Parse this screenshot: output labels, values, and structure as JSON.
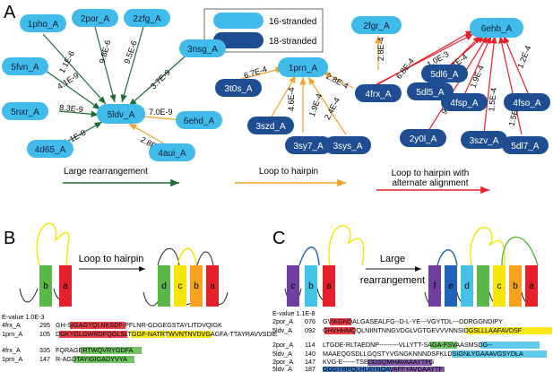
{
  "panels": {
    "A": "A",
    "B": "B",
    "C": "C"
  },
  "legend": {
    "light_label": "16-stranded",
    "dark_label": "18-stranded"
  },
  "colors": {
    "light_node": "#41bbea",
    "dark_node": "#1e4e91",
    "node_text": "#0a1f3f",
    "green_arrow": "#1f6b37",
    "orange_arrow": "#f0a22a",
    "red_arrow": "#e8202a",
    "strand_purple": "#6f3fa0",
    "strand_blue": "#1e63b8",
    "strand_cyan": "#45c2e8",
    "strand_green": "#59b848",
    "strand_yellow": "#f6e500",
    "strand_orange": "#f6a21d",
    "strand_red": "#e5202a"
  },
  "network": {
    "cluster1": {
      "hub": "5ldv_A",
      "nodes": [
        "1pho_A",
        "2por_A",
        "2zfg_A",
        "3nsg_A",
        "5fvn_A",
        "5nxr_A",
        "4d65_A",
        "6ehd_A",
        "4aui_A"
      ],
      "edge_labels": [
        "1.1E-6",
        "9.8E-6",
        "9.5E-6",
        "3.7E-9",
        "4.1E-9",
        "8.3E-9",
        "1.1E-8",
        "7.0E-9",
        "2.8E-5"
      ]
    },
    "cluster2": {
      "hub": "1prn_A",
      "nodes": [
        "3t0s_A",
        "3szd_A",
        "3sy7_A",
        "3sys_A",
        "4frx_A"
      ],
      "edge_labels": [
        "6.7E-4",
        "4.6E-4",
        "1.9E-4",
        "2.4E-4",
        "2.8E-4"
      ]
    },
    "cluster3": {
      "hub": "6ehb_A",
      "nodes": [
        "2fgr_A",
        "4frx_A",
        "5dl5_A",
        "5dl6_A",
        "4fsp_A",
        "2y0l_A",
        "3szv_A",
        "5dl7_A",
        "4fso_A"
      ],
      "edge_labels": [
        "2.8E-4",
        "6.8E-4",
        "1.0E-3",
        "5.1E-4",
        "1.9E-4",
        "9.1E-5",
        "1.5E-4",
        "1.5E-4",
        "1.2E-4"
      ]
    }
  },
  "edge_legend": {
    "green": "Large rearrangement",
    "orange": "Loop to hairpin",
    "red_line1": "Loop to hairpin with",
    "red_line2": "alternate alignment"
  },
  "panelB": {
    "arrow_label": "Loop to hairpin",
    "left_strands": [
      "b",
      "a"
    ],
    "right_strands": [
      "d",
      "c",
      "b",
      "a"
    ],
    "evalue": "E-value  1.0E-3",
    "block1": [
      {
        "id": "4frx_A",
        "num": "295",
        "seq": "GH-SIGAGYQLNKSDF-PFLNR-GDGEGSTAYLITDVQIGK"
      },
      {
        "id": "1prn_A",
        "num": "105",
        "seq": "DGKYGLGWRDFQGLSLTGGF-NATRTWVNTNVDVGAGFA-TTAYRAVVSDIE"
      }
    ],
    "block2": [
      {
        "id": "4frx_A",
        "num": "335",
        "seq": "FQRAGERTWQVRYGDFA"
      },
      {
        "id": "1prn_A",
        "num": "147",
        "seq": "R-AGDTAYIGIGADYVYA"
      }
    ]
  },
  "panelC": {
    "arrow_label_1": "Large",
    "arrow_label_2": "rearrangement",
    "left_strands": [
      "c",
      "b",
      "a"
    ],
    "right_strands": [
      "f",
      "e",
      "d",
      "c",
      "b",
      "a"
    ],
    "evalue": "E-value  1.1E-8",
    "block1": [
      {
        "id": "2por_A",
        "num": "076",
        "seq": "GVIKGNDALGASEALFG--D-L-YE---VGYTDL---DDRGGNDIPY"
      },
      {
        "id": "5ldv_A",
        "num": "092",
        "seq": "GHVHHMQQLNIINTNNGVDGLVGTGEVVVNNSIDGSLLLAAFAVDSF"
      }
    ],
    "block2": [
      {
        "id": "2por_A",
        "num": "114",
        "seq": "LTGDE-RLTAEDNP---------VLLYTT-SAGA-FSVAASMSDG--"
      },
      {
        "id": "5ldv_A",
        "num": "140",
        "seq": "MAAEQGSDLLGQSTYVGNGKNNNDSFKLDSIGNLYGAAAVGSYDLA"
      }
    ],
    "block3": [
      {
        "id": "2por_A",
        "num": "147",
        "seq": "KVG-E------TSEDDSQMHAVAAAYTFG"
      },
      {
        "id": "5ldv_A",
        "num": "187",
        "seq": "GGGYRPQLHLAYNQAVAFFYAVGAAYTF"
      }
    ]
  }
}
